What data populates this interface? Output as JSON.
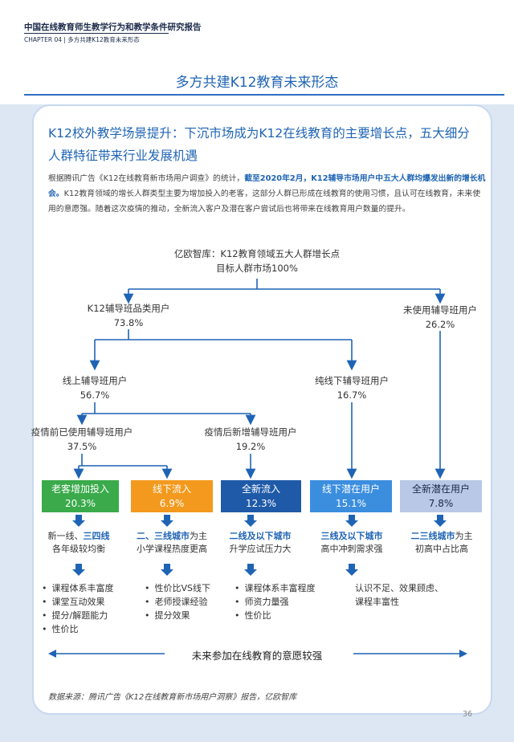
{
  "header": {
    "report_title": "中国在线教育师生教学行为和教学条件研究报告",
    "chapter": "CHAPTER 04 | 多方共建K12教育未来形态"
  },
  "page_title": "多方共建K12教育未来形态",
  "lead": "K12校外教学场景提升：下沉市场成为K12在线教育的主要增长点，五大细分人群特征带来行业发展机遇",
  "body": {
    "p1": "根据腾讯广告《K12在线教育新市场用户调查》的统计，",
    "p1_hl": "截至2020年2月，K12辅导市场用户中五大人群均爆发出新的增长机会。",
    "p2": "K12教育领域的增长人群类型主要为增加投入的老客，这部分人群已形成在线教育的使用习惯，且认可在线教育，未来使用的意愿强。随着这次疫情的推动，全新流入客户及潜在客户尝试后也将带来在线教育用户数量的提升。"
  },
  "tree": {
    "root_title": "亿欧智库：K12教育领域五大人群增长点",
    "root_sub": "目标人群市场100%",
    "l1_left": {
      "label": "K12辅导班品类用户",
      "value": "73.8%"
    },
    "l1_right": {
      "label": "未使用辅导班用户",
      "value": "26.2%"
    },
    "l2_left": {
      "label": "线上辅导班用户",
      "value": "56.7%"
    },
    "l2_right": {
      "label": "纯线下辅导班用户",
      "value": "16.7%"
    },
    "l3_left": {
      "label": "疫情前已使用辅导班用户",
      "value": "37.5%"
    },
    "l3_right": {
      "label": "疫情后新增辅导班用户",
      "value": "19.2%"
    }
  },
  "segments": [
    {
      "label": "老客增加投入",
      "value": "20.3%",
      "color": "#3aaa4b",
      "text_color": "#ffffff",
      "desc_hl": "",
      "desc_l1a": "新一线、",
      "desc_l1b": "三四线",
      "desc_l2": "各年级较均衡",
      "bullets": [
        "课程体系丰富度",
        "课堂互动效果",
        "提分/解题能力",
        "性价比"
      ]
    },
    {
      "label": "线下流入",
      "value": "6.9%",
      "color": "#f39a1e",
      "text_color": "#ffffff",
      "desc_l1a": "二、三线城市",
      "desc_l1b": "为主",
      "desc_l2": "小学课程热度更高",
      "bullets": [
        "性价比VS线下",
        "老师授课经验",
        "提分效果"
      ]
    },
    {
      "label": "全新流入",
      "value": "12.3%",
      "color": "#1f5aa8",
      "text_color": "#ffffff",
      "desc_l1a": "二线及以下城市",
      "desc_l1b": "",
      "desc_l2": "升学应试压力大",
      "bullets": [
        "课程体系丰富程度",
        "师资力量强",
        "性价比"
      ]
    },
    {
      "label": "线下潜在用户",
      "value": "15.1%",
      "color": "#3b8ede",
      "text_color": "#ffffff",
      "desc_l1a": "三线及以下城市",
      "desc_l1b": "",
      "desc_l2": "高中冲刺需求强",
      "bullets": [
        "认识不足、效果顾虑、",
        "课程丰富性"
      ]
    },
    {
      "label": "全新潜在用户",
      "value": "7.8%",
      "color": "#b8c8e6",
      "text_color": "#1b2a4a",
      "desc_l1a": "二三线城市",
      "desc_l1b": "为主",
      "desc_l2": "初高中占比高",
      "bullets": []
    }
  ],
  "willingness": "未来参加在线教育的意愿较强",
  "source": "数据来源：腾讯广告《K12在线教育新市场用户洞察》报告，亿欧智库",
  "page_number": "36"
}
